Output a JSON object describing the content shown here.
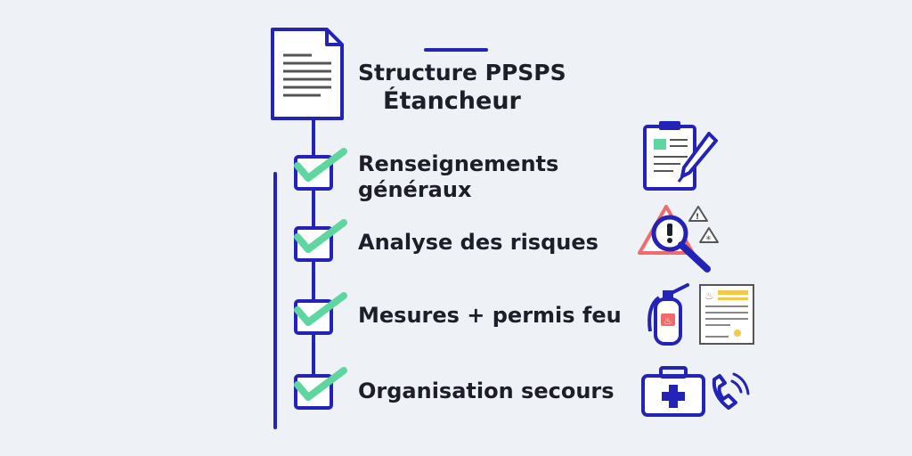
{
  "title": {
    "line1": "Structure PPSPS",
    "line2": "Étancheur"
  },
  "steps": [
    {
      "line1": "Renseignements",
      "line2": "généraux",
      "checked": true,
      "icon": "clipboard-pen-icon"
    },
    {
      "line1": "Analyse des risques",
      "line2": "",
      "checked": true,
      "icon": "warning-magnifier-icon"
    },
    {
      "line1": "Mesures + permis feu",
      "line2": "",
      "checked": true,
      "icon": "extinguisher-permit-icon"
    },
    {
      "line1": "Organisation secours",
      "line2": "",
      "checked": true,
      "icon": "first-aid-phone-icon"
    }
  ],
  "colors": {
    "primary": "#2323b8",
    "check": "#5fd6a0",
    "text": "#1e1e2a",
    "warning": "#f26b6b",
    "accent_yellow": "#f4c84a",
    "background": "#eef1f6"
  }
}
